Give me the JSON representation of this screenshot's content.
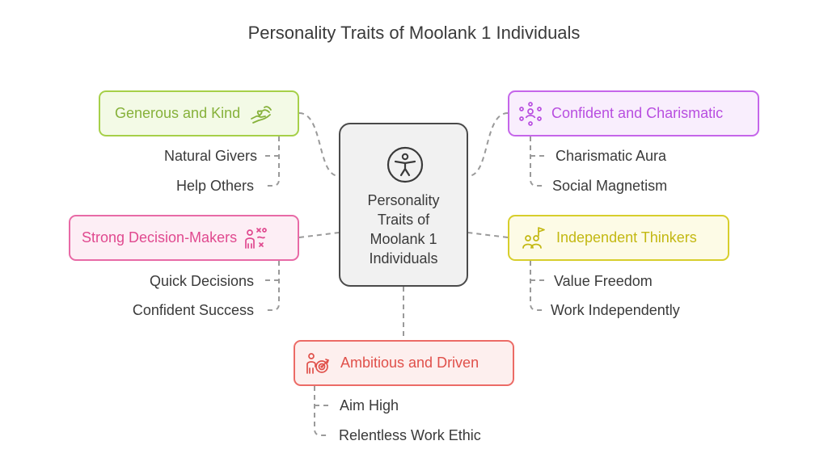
{
  "title": "Personality Traits of Moolank 1 Individuals",
  "center": {
    "lines": [
      "Personality",
      "Traits of",
      "Moolank 1",
      "Individuals"
    ],
    "icon": "accessibility-person-icon"
  },
  "traits": {
    "generous": {
      "label": "Generous and Kind",
      "icon": "heart-hand-icon",
      "items": [
        "Natural Givers",
        "Help Others"
      ]
    },
    "confident": {
      "label": "Confident and Charismatic",
      "icon": "social-network-icon",
      "items": [
        "Charismatic Aura",
        "Social Magnetism"
      ]
    },
    "decision": {
      "label": "Strong Decision-Makers",
      "icon": "decision-strategy-icon",
      "items": [
        "Quick Decisions",
        "Confident Success"
      ]
    },
    "independent": {
      "label": "Independent Thinkers",
      "icon": "team-flag-icon",
      "items": [
        "Value Freedom",
        "Work Independently"
      ]
    },
    "ambitious": {
      "label": "Ambitious and Driven",
      "icon": "person-target-icon",
      "items": [
        "Aim High",
        "Relentless Work Ethic"
      ]
    }
  },
  "colors": {
    "generous": "#86b13a",
    "confident": "#b84ee0",
    "decision": "#e0498f",
    "independent": "#c3b812",
    "ambitious": "#e0504a",
    "connector": "#9a9a9a",
    "center_border": "#4a4a4a"
  }
}
